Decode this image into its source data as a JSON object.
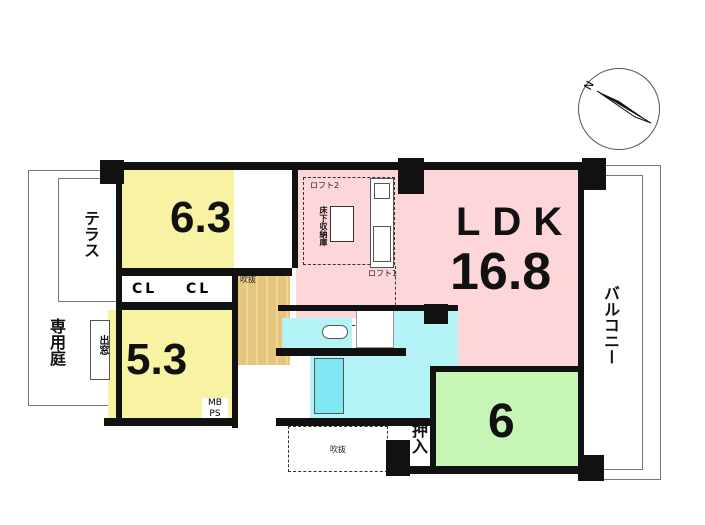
{
  "rooms": {
    "western1": {
      "size": "6.3"
    },
    "western2": {
      "size": "5.3"
    },
    "ldk": {
      "label": "LDK",
      "size": "16.8"
    },
    "japanese": {
      "size": "6"
    }
  },
  "labels": {
    "terrace": "テラス",
    "private_garden": "専用庭",
    "bay_window": "出窓",
    "closet1": "CL",
    "closet2": "CL",
    "mbps_top": "MB",
    "mbps_bottom": "PS",
    "void_top": "吹抜",
    "void_bottom": "吹抜",
    "loft1": "ロフト1",
    "loft2": "ロフト2",
    "underfloor_storage": "床下収納庫",
    "oshiire": "押入",
    "balcony": "バルコニー"
  },
  "compass": {
    "north": "N"
  },
  "colors": {
    "yellow": "#f8f3a2",
    "pink": "#fcd6d8",
    "cyan": "#b4f4f6",
    "green": "#c6f5b6",
    "wood": "#e6c57d"
  }
}
